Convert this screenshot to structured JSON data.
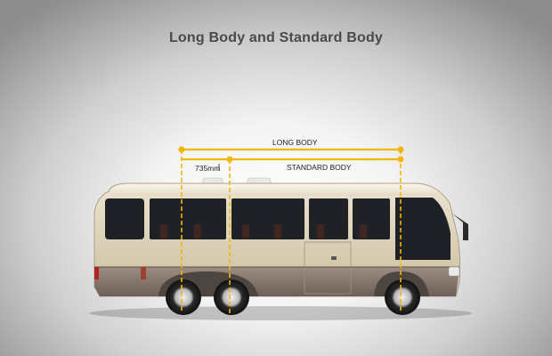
{
  "title": "Long Body and Standard Body",
  "dimensions": {
    "long_body_label": "LONG BODY",
    "standard_body_label": "STANDARD BODY",
    "offset_label": "735mm"
  },
  "colors": {
    "dimension_line": "#f2b705",
    "bus_body": "#d8ccb0",
    "bus_skirt": "#8a7a6e",
    "window": "#1e2226"
  }
}
